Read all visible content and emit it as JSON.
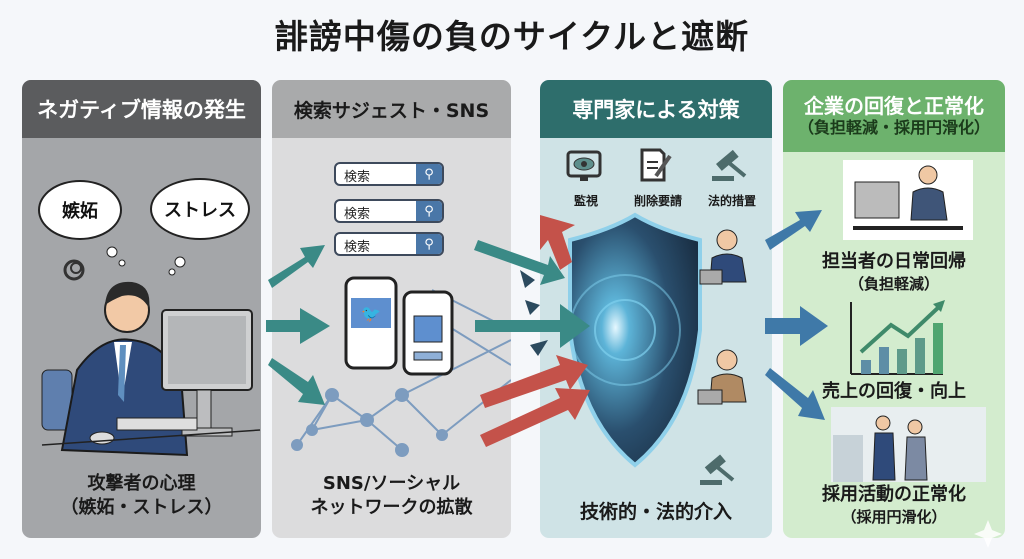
{
  "title": "誹謗中傷の負のサイクルと遮断",
  "panels": [
    {
      "header": "ネガティブ情報の発生",
      "bubbles": [
        "嫉妬",
        "ストレス"
      ],
      "caption_line1": "攻撃者の心理",
      "caption_line2": "（嫉妬・ストレス）"
    },
    {
      "header": "検索サジェスト・SNS",
      "search_boxes": [
        "検索",
        "検索",
        "検索"
      ],
      "caption_line1": "SNS/ソーシャル",
      "caption_line2": "ネットワークの拡散"
    },
    {
      "header": "専門家による対策",
      "icons": [
        {
          "name": "monitor-eye-icon",
          "label": "監視"
        },
        {
          "name": "document-edit-icon",
          "label": "削除要請"
        },
        {
          "name": "gavel-icon",
          "label": "法的措置"
        }
      ],
      "caption": "技術的・法的介入"
    },
    {
      "header": "企業の回復と正常化",
      "header_sub": "（負担軽減・採用円滑化）",
      "items": [
        {
          "line1": "担当者の日常回帰",
          "line2": "（負担軽減）"
        },
        {
          "line1": "売上の回復・向上",
          "line2": ""
        },
        {
          "line1": "採用活動の正常化",
          "line2": "（採用円滑化）"
        }
      ]
    }
  ],
  "colors": {
    "teal_arrow": "#3a8a86",
    "blue_arrow": "#3f79a8",
    "red_arrow": "#c4524a",
    "shield": "#4a8fb0"
  }
}
